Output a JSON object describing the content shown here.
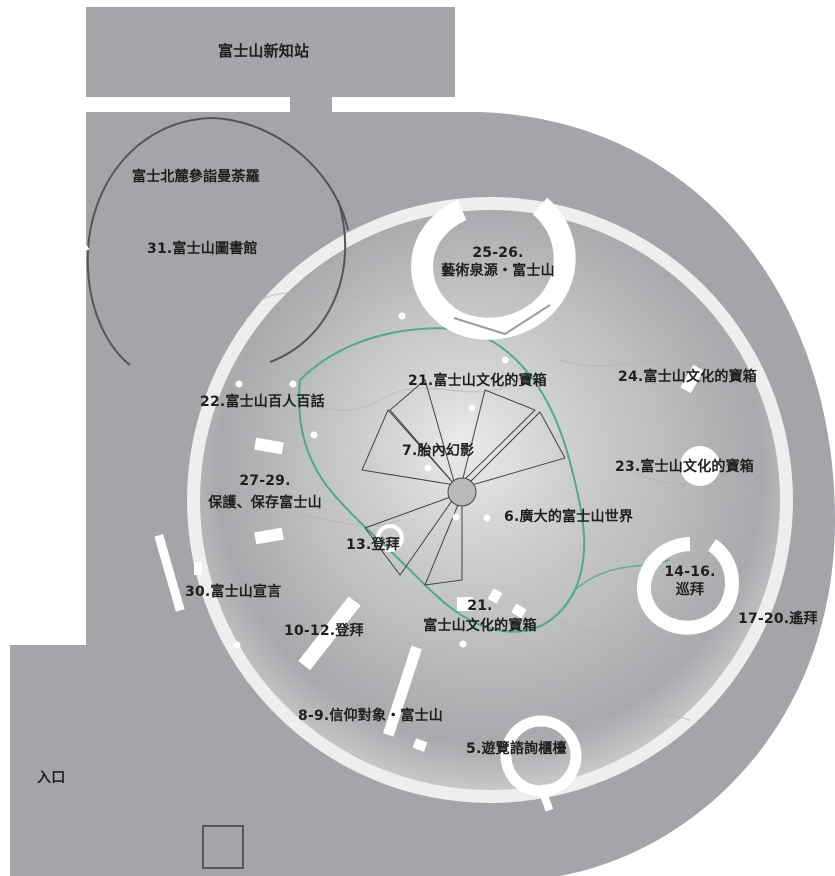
{
  "title": "富士山新知站",
  "entrance": "入口",
  "mandala": "富士北麓參詣曼荼羅",
  "library": "31.富士山圖書館",
  "exhibits": {
    "e25_26": {
      "line1": "25-26.",
      "line2": "藝術泉源・富士山"
    },
    "e21_top": "21.富士山文化的寶箱",
    "e22": "22.富士山百人百話",
    "e24": "24.富士山文化的寶箱",
    "e7": "7.胎內幻影",
    "e23": "23.富士山文化的寶箱",
    "e27_29": {
      "line1": "27-29.",
      "line2": "保護、保存富士山"
    },
    "e6": "6.廣大的富士山世界",
    "e13": "13.登拜",
    "e14_16": {
      "line1": "14-16.",
      "line2": "巡拜"
    },
    "e30": "30.富士山宣言",
    "e21_bottom": {
      "line1": "21.",
      "line2": "富士山文化的寶箱"
    },
    "e17_20": "17-20.遙拜",
    "e10_12": "10-12.登拜",
    "e8_9": "8-9.信仰對象・富士山",
    "e5": "5.遊覽諮詢櫃檯"
  },
  "colors": {
    "floor": "#a3a5a8",
    "wall": "#ffffff",
    "relief": "#c9cbcd",
    "outline": "#555555",
    "trail": "#3aa872",
    "text": "#1f1f1f"
  }
}
